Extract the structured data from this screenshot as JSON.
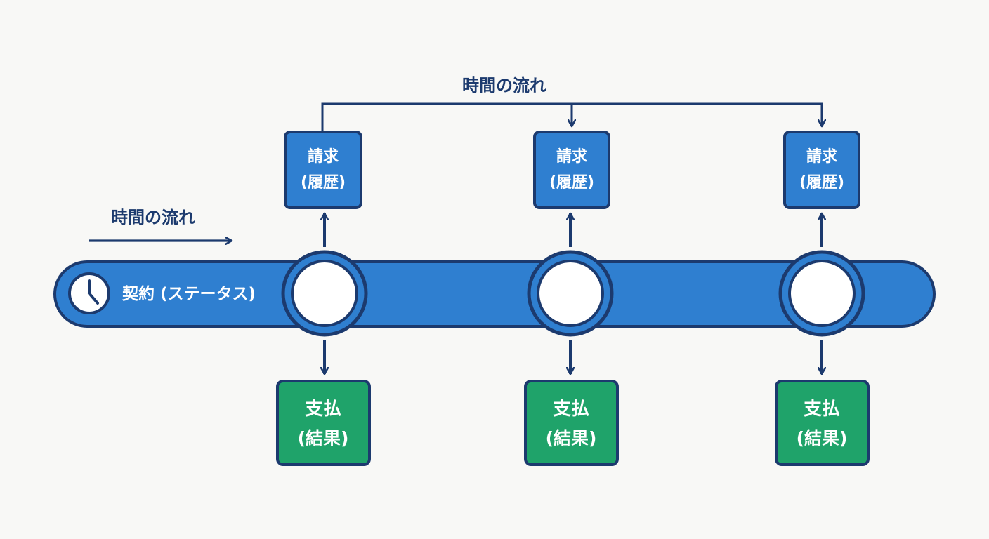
{
  "title_top": "時間の流れ",
  "title_left": "時間の流れ",
  "contract_label": "契約 (ステータス)",
  "invoice": {
    "line1": "請求",
    "line2": "(履歴)"
  },
  "payment": {
    "line1": "支払",
    "line2": "(結果)"
  },
  "colors": {
    "background": "#f8f8f6",
    "navy": "#1c3a6e",
    "bar_blue": "#2f7fd0",
    "invoice_blue": "#2f7fd0",
    "payment_green": "#1fa36a",
    "white": "#ffffff"
  },
  "icons": [
    "clock-icon",
    "arrow-right-icon",
    "arrow-up-icon",
    "arrow-down-icon"
  ]
}
